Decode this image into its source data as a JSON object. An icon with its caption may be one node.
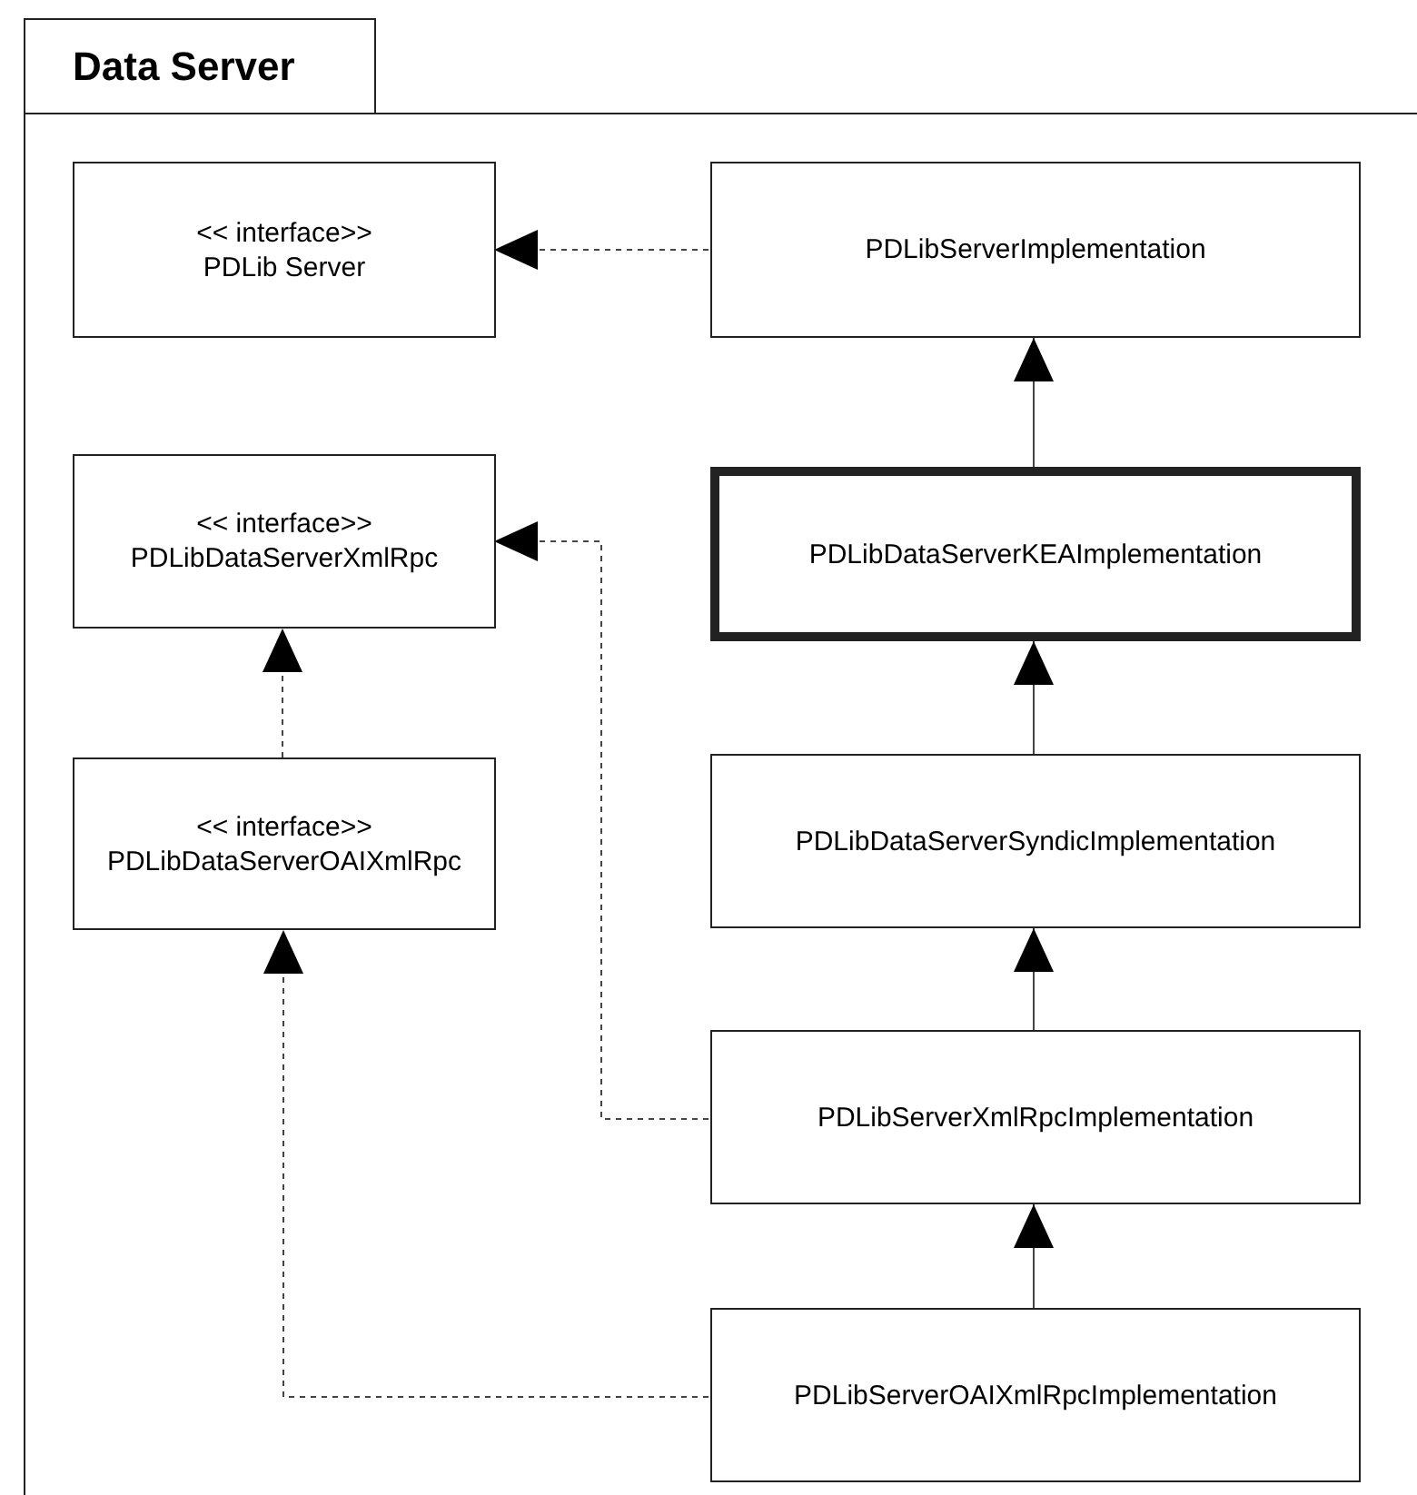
{
  "diagram": {
    "nodes": [
      {
        "text": [
          "Data Server"
        ]
      },
      {
        "text": [
          "<< interface>>",
          "PDLib Server"
        ],
        "in": 0
      },
      {
        "text": [
          "PDLibServerImplementation"
        ],
        "in": 0
      },
      {
        "text": [
          "<< interface>>",
          "PDLibDataServerXmlRpc"
        ],
        "in": 0
      },
      {
        "text": [
          "PDLibDataServerKEAImplementation"
        ],
        "in": 0
      },
      {
        "text": [
          "<< interface>>",
          "PDLibDataServerOAIXmlRpc"
        ],
        "in": 0
      },
      {
        "text": [
          "PDLibDataServerSyndicImplementation"
        ],
        "in": 0
      },
      {
        "text": [
          "PDLibServerXmlRpcImplementation"
        ],
        "in": 0
      },
      {
        "text": [
          "PDLibServerOAIXmlRpcImplementation"
        ],
        "in": 0
      }
    ],
    "edges": [
      {
        "from": 2,
        "to": 1,
        "arrow": "to",
        "style": "dashed"
      },
      {
        "from": 4,
        "to": 2,
        "arrow": "to"
      },
      {
        "from": 5,
        "to": 3,
        "arrow": "to",
        "style": "dashed"
      },
      {
        "from": 6,
        "to": 4,
        "arrow": "to"
      },
      {
        "from": 7,
        "to": 6,
        "arrow": "to"
      },
      {
        "from": 7,
        "to": 3,
        "arrow": "to",
        "style": "dashed"
      },
      {
        "from": 8,
        "to": 7,
        "arrow": "to"
      },
      {
        "from": 8,
        "to": 5,
        "arrow": "to",
        "style": "dashed"
      }
    ]
  }
}
